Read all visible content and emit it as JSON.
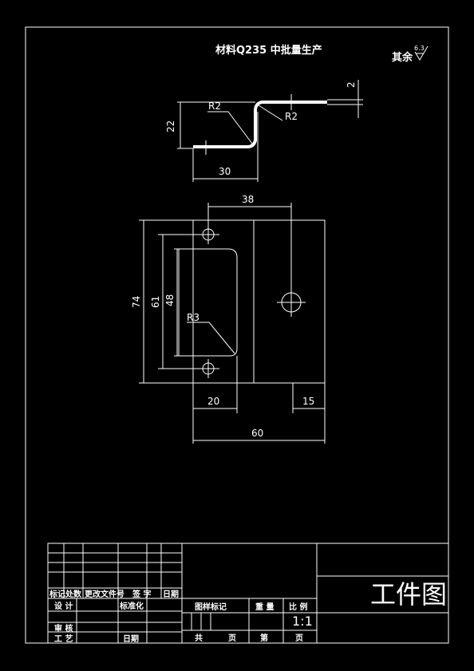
{
  "header": {
    "material": "材料Q235   中批量生产",
    "roughness_label": "其余",
    "roughness_value": "6.3"
  },
  "side_view": {
    "dim_height": "22",
    "dim_width": "30",
    "dim_thickness": "2",
    "radius_left": "R2",
    "radius_right": "R2"
  },
  "plan_view": {
    "dim_38": "38",
    "dim_74": "74",
    "dim_61": "61",
    "dim_48": "48",
    "radius": "R3",
    "dim_20": "20",
    "dim_15": "15",
    "dim_60": "60"
  },
  "title_block": {
    "rev_headers": [
      "标记",
      "处数",
      "更改文件号",
      "签 字",
      "日期"
    ],
    "design": "设 计",
    "standardize": "标准化",
    "review": "审 核",
    "process": "工 艺",
    "date": "日期",
    "stage_mark": "图样标记",
    "weight": "重 量",
    "scale_label": "比 例",
    "scale_value": "1:1",
    "total": "共",
    "sheet_unit_1": "页",
    "number": "第",
    "sheet_unit_2": "页",
    "drawing_name": "工件图"
  }
}
